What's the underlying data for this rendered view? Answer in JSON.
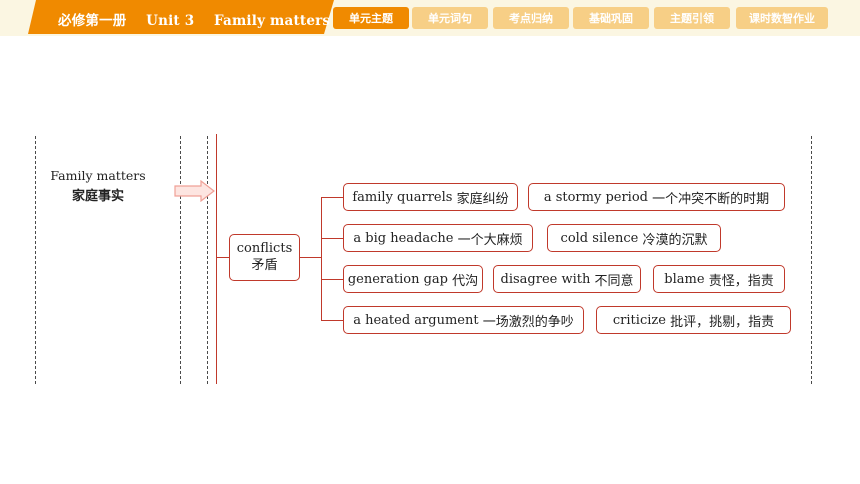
{
  "header": {
    "title": "必修第一册    Unit 3    Family matters",
    "tabs": [
      {
        "label": "单元主题",
        "active": true
      },
      {
        "label": "单元词句",
        "active": false
      },
      {
        "label": "考点归纳",
        "active": false
      },
      {
        "label": "基础巩固",
        "active": false
      },
      {
        "label": "主题引领",
        "active": false
      },
      {
        "label": "课时数智作业",
        "active": false
      }
    ]
  },
  "colors": {
    "accent": "#f08a00",
    "tab_inactive": "#f7cf86",
    "line": "#c0392b",
    "header_bg": "#fbf6e2"
  },
  "diagram": {
    "root": {
      "en": "Family matters",
      "cn": "家庭事实"
    },
    "center": {
      "en": "conflicts",
      "cn": "矛盾"
    },
    "rows": [
      [
        {
          "en": "family quarrels",
          "cn": "家庭纠纷"
        },
        {
          "en": "a stormy period",
          "cn": "一个冲突不断的时期"
        }
      ],
      [
        {
          "en": "a big headache",
          "cn": "一个大麻烦"
        },
        {
          "en": "cold silence",
          "cn": "冷漠的沉默"
        }
      ],
      [
        {
          "en": "generation gap",
          "cn": "代沟"
        },
        {
          "en": "disagree with",
          "cn": "不同意"
        },
        {
          "en": "blame",
          "cn": "责怪，指责"
        }
      ],
      [
        {
          "en": "a heated argument",
          "cn": "一场激烈的争吵"
        },
        {
          "en": "criticize",
          "cn": "批评，挑剔，指责"
        }
      ]
    ]
  }
}
